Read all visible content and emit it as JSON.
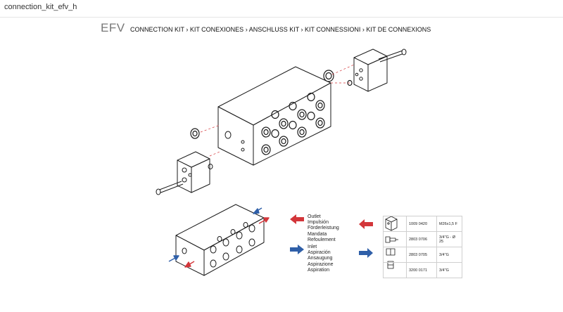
{
  "file_title": "connection_kit_efv_h",
  "brand": "EFV",
  "heading": "CONNECTION KIT › KIT CONEXIONES › ANSCHLUSS KIT › KIT CONNESSIONI › KIT DE CONNEXIONS",
  "legend_outlet": [
    "Outlet",
    "Impulsión",
    "Förderleistung",
    "Mandata",
    "Refoulement"
  ],
  "legend_inlet": [
    "Inlet",
    "Aspiración",
    "Ansaugung",
    "Aspirazione",
    "Aspiration"
  ],
  "parts": [
    {
      "code": "1009 0420",
      "desc": "M26x1,5 F",
      "arrow": "outlet",
      "symbol": "block-icon"
    },
    {
      "code": "2803 0706",
      "desc": "3/4\"G - Ø 25",
      "arrow": "",
      "symbol": "hose-fitting-icon"
    },
    {
      "code": "2803 0705",
      "desc": "3/4\"G",
      "arrow": "inlet",
      "symbol": "fitting-icon"
    },
    {
      "code": "3200 0171",
      "desc": "3/4\"G",
      "arrow": "",
      "symbol": "plug-icon"
    }
  ],
  "colors": {
    "outlet": "#d3363a",
    "inlet": "#2f5fa8",
    "line": "#1a1a1a"
  }
}
